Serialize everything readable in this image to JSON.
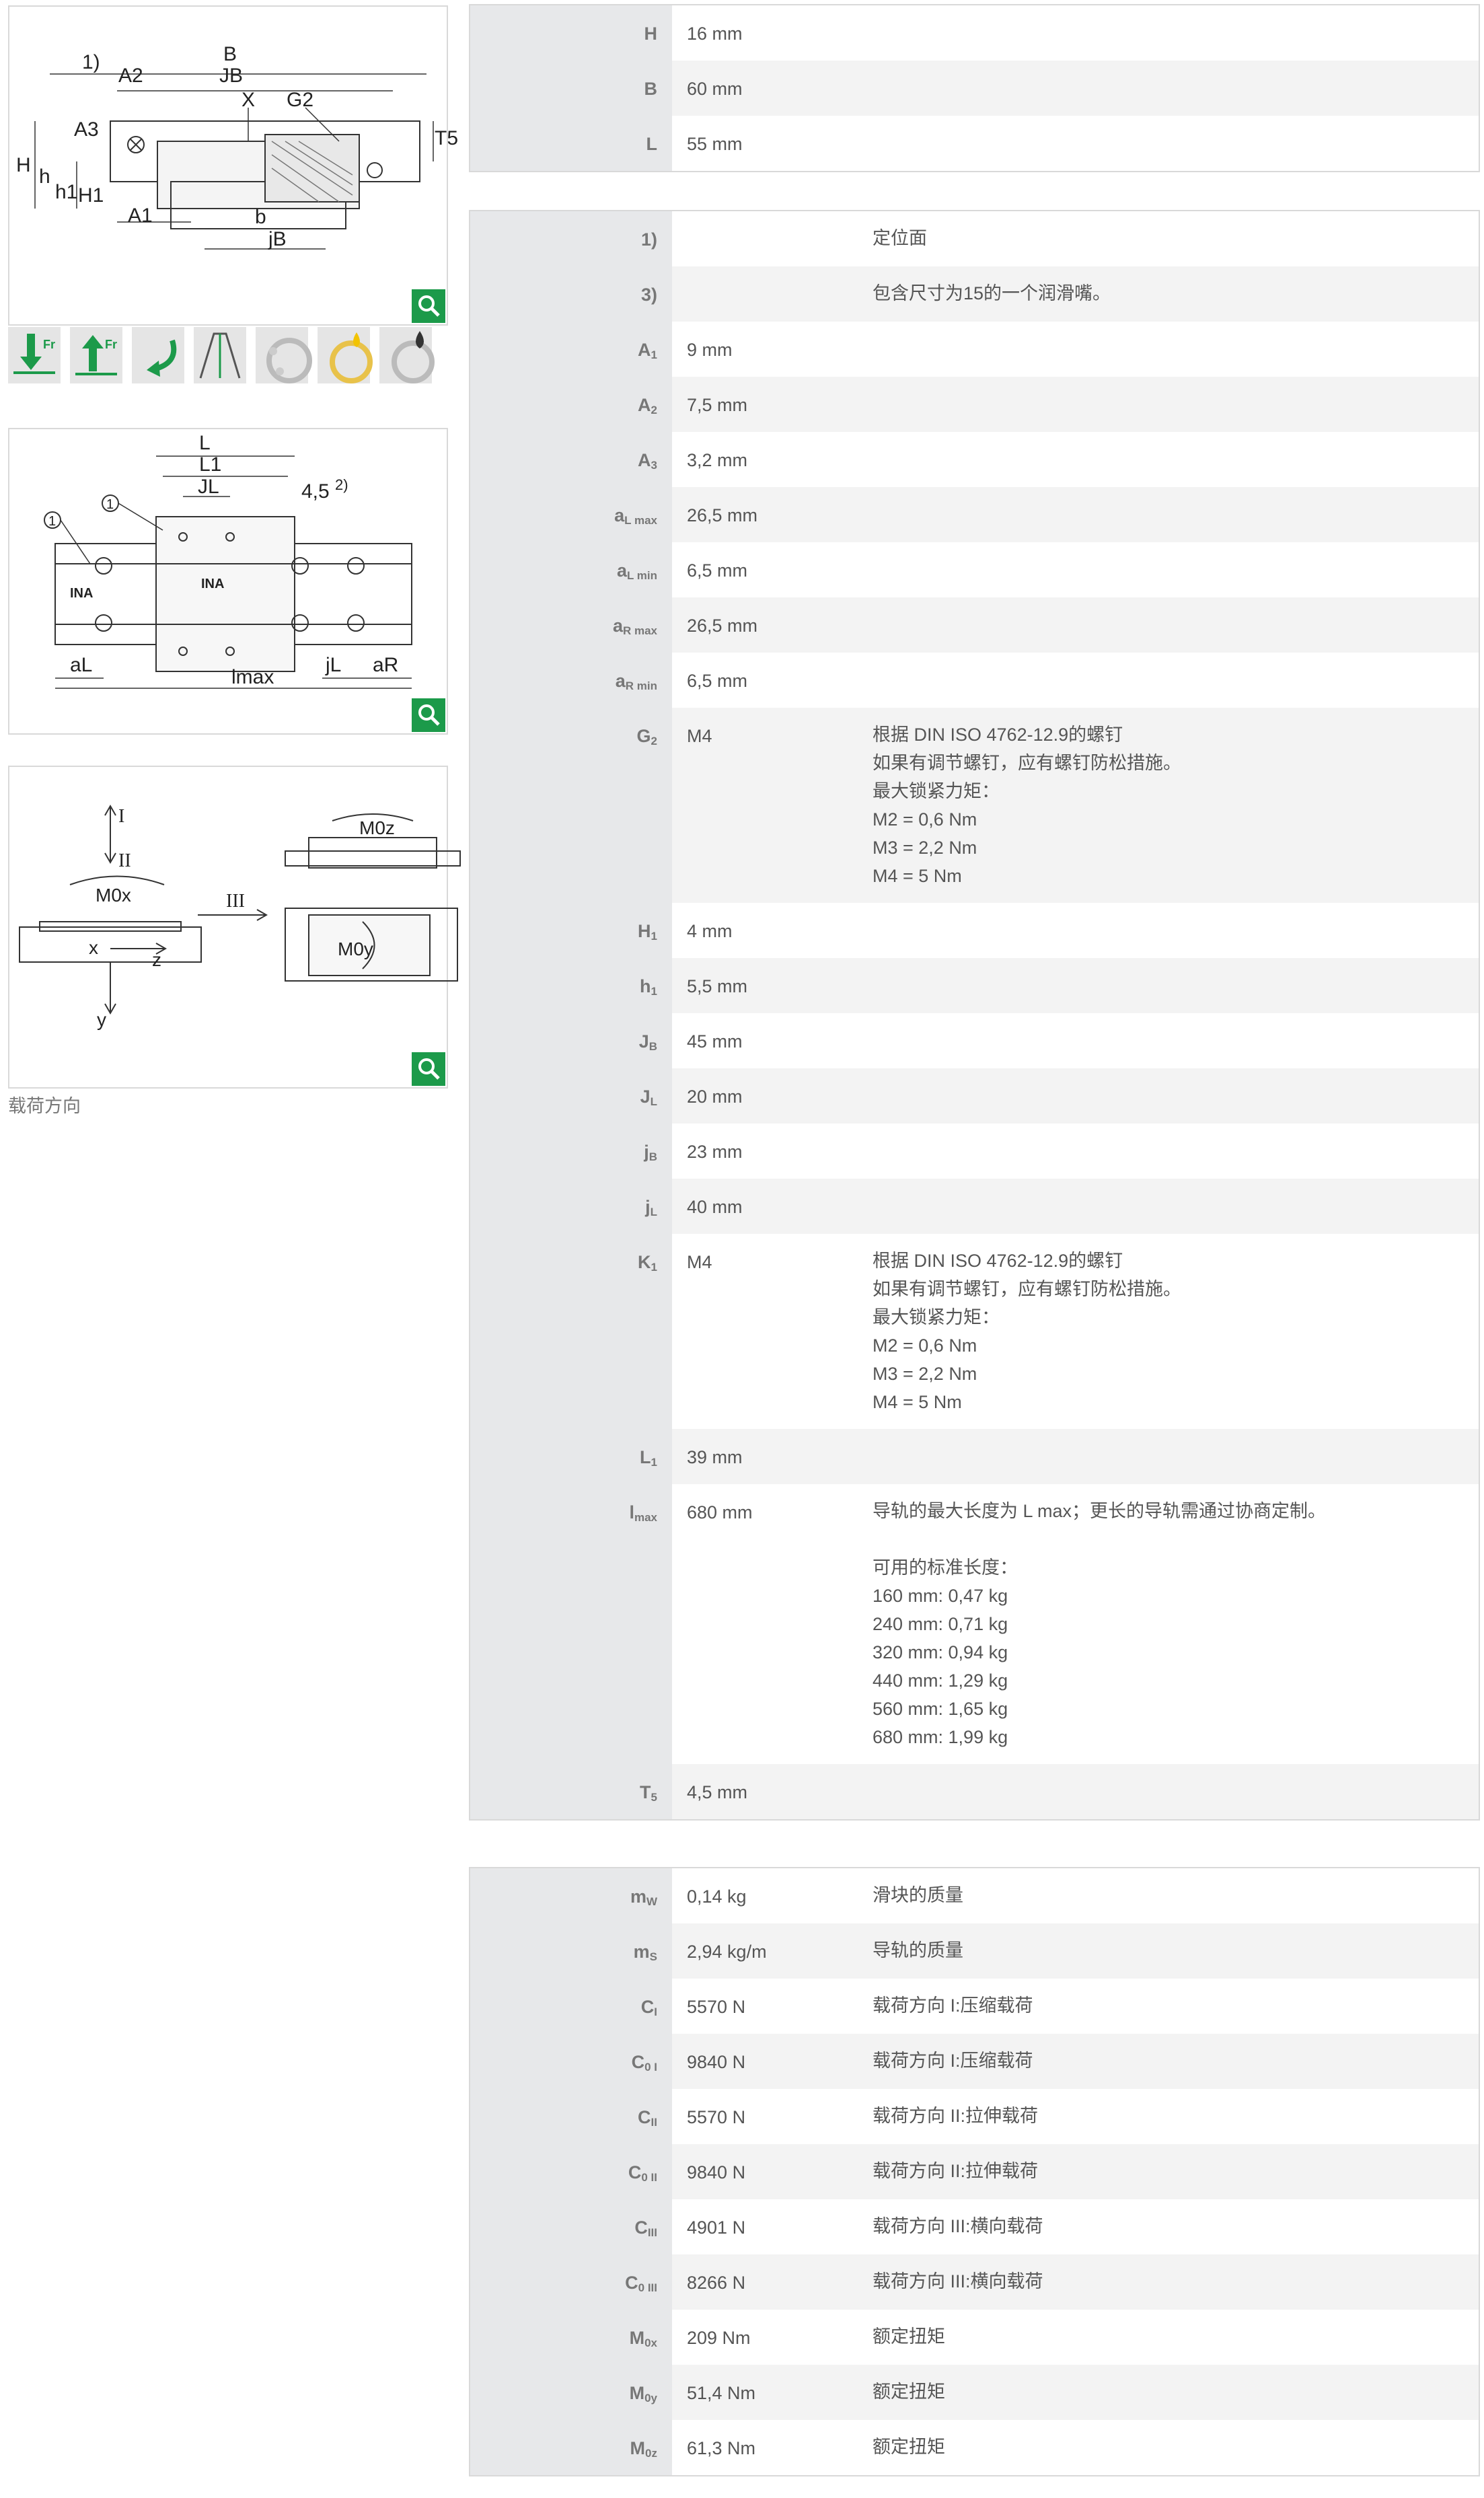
{
  "caption": "载荷方向",
  "icons": [
    "load-down-icon",
    "load-up-icon",
    "torque-icon",
    "rail-angle-icon",
    "bearing-icon",
    "lubrication-bearing-icon",
    "oil-drop-icon"
  ],
  "figure1": {
    "B": "B",
    "A2": "A2",
    "JB": "JB",
    "X": "X",
    "G2": "G2",
    "T5": "T5",
    "note1": "1)",
    "H": "H",
    "h": "h",
    "h1": "h1",
    "H1": "H1",
    "A3": "A3",
    "A1": "A1",
    "b": "b",
    "jB": "jB"
  },
  "figure2": {
    "L": "L",
    "L1": "L1",
    "JL": "JL",
    "dim": "4,5",
    "dimsup": "2)",
    "aL": "aL",
    "jL": "jL",
    "aR": "aR",
    "lmax": "lmax",
    "brand": "INA",
    "c1": "1"
  },
  "figure3": {
    "I": "I",
    "II": "II",
    "III": "III",
    "M0x": "M0x",
    "M0y": "M0y",
    "M0z": "M0z",
    "x": "x",
    "y": "y",
    "z": "z"
  },
  "table1": [
    {
      "k": "H",
      "v": "16  mm",
      "n": ""
    },
    {
      "k": "B",
      "v": "60  mm",
      "n": ""
    },
    {
      "k": "L",
      "v": "55  mm",
      "n": ""
    }
  ],
  "table2": [
    {
      "k": "1)",
      "s": "",
      "v": "",
      "n": "定位面"
    },
    {
      "k": "3)",
      "s": "",
      "v": "",
      "n": "包含尺寸为15的一个润滑嘴。"
    },
    {
      "k": "A",
      "s": "1",
      "v": "9  mm",
      "n": ""
    },
    {
      "k": "A",
      "s": "2",
      "v": "7,5  mm",
      "n": ""
    },
    {
      "k": "A",
      "s": "3",
      "v": "3,2  mm",
      "n": ""
    },
    {
      "k": "a",
      "s": "L max",
      "v": "26,5  mm",
      "n": ""
    },
    {
      "k": "a",
      "s": "L min",
      "v": "6,5  mm",
      "n": ""
    },
    {
      "k": "a",
      "s": "R max",
      "v": "26,5  mm",
      "n": ""
    },
    {
      "k": "a",
      "s": "R min",
      "v": "6,5  mm",
      "n": ""
    },
    {
      "k": "G",
      "s": "2",
      "v": "M4",
      "n": "根据 DIN ISO 4762-12.9的螺钉\n如果有调节螺钉，应有螺钉防松措施。\n最大锁紧力矩：\nM2 = 0,6 Nm\nM3 = 2,2 Nm\nM4 = 5 Nm"
    },
    {
      "k": "H",
      "s": "1",
      "v": "4  mm",
      "n": ""
    },
    {
      "k": "h",
      "s": "1",
      "v": "5,5  mm",
      "n": ""
    },
    {
      "k": "J",
      "s": "B",
      "v": "45  mm",
      "n": ""
    },
    {
      "k": "J",
      "s": "L",
      "v": "20  mm",
      "n": ""
    },
    {
      "k": "j",
      "s": "B",
      "v": "23  mm",
      "n": ""
    },
    {
      "k": "j",
      "s": "L",
      "v": "40  mm",
      "n": ""
    },
    {
      "k": "K",
      "s": "1",
      "v": "M4",
      "n": "根据 DIN ISO 4762-12.9的螺钉\n如果有调节螺钉，应有螺钉防松措施。\n最大锁紧力矩：\nM2 = 0,6 Nm\nM3 = 2,2 Nm\nM4 = 5 Nm"
    },
    {
      "k": "L",
      "s": "1",
      "v": "39  mm",
      "n": ""
    },
    {
      "k": "l",
      "s": "max",
      "v": "680  mm",
      "n": "导轨的最大长度为 L max；更长的导轨需通过协商定制。\n\n可用的标准长度：\n160 mm: 0,47 kg\n240 mm: 0,71 kg\n320 mm: 0,94 kg\n440 mm: 1,29 kg\n560 mm: 1,65 kg\n680 mm: 1,99 kg"
    },
    {
      "k": "T",
      "s": "5",
      "v": "4,5  mm",
      "n": ""
    }
  ],
  "table3": [
    {
      "k": "m",
      "s": "W",
      "v": "0,14  kg",
      "n": "滑块的质量"
    },
    {
      "k": "m",
      "s": "S",
      "v": "2,94  kg/m",
      "n": "导轨的质量"
    },
    {
      "k": "C",
      "s": "I",
      "v": "5570  N",
      "n": "载荷方向 I:压缩载荷"
    },
    {
      "k": "C",
      "s": "0 I",
      "v": "9840  N",
      "n": "载荷方向 I:压缩载荷"
    },
    {
      "k": "C",
      "s": "II",
      "v": "5570  N",
      "n": "载荷方向 II:拉伸载荷"
    },
    {
      "k": "C",
      "s": "0 II",
      "v": "9840  N",
      "n": "载荷方向 II:拉伸载荷"
    },
    {
      "k": "C",
      "s": "III",
      "v": "4901  N",
      "n": "载荷方向 III:横向载荷"
    },
    {
      "k": "C",
      "s": "0 III",
      "v": "8266  N",
      "n": "载荷方向 III:横向载荷"
    },
    {
      "k": "M",
      "s": "0x",
      "v": "209  Nm",
      "n": "额定扭矩"
    },
    {
      "k": "M",
      "s": "0y",
      "v": "51,4  Nm",
      "n": "额定扭矩"
    },
    {
      "k": "M",
      "s": "0z",
      "v": "61,3  Nm",
      "n": "额定扭矩"
    }
  ]
}
